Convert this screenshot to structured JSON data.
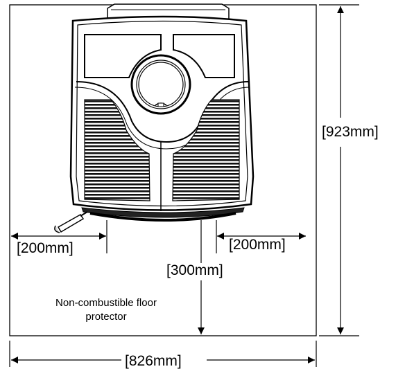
{
  "dimensions": {
    "depth": "[923mm]",
    "width": "[826mm]",
    "left_clearance": "[200mm]",
    "right_clearance": "[200mm]",
    "front_clearance": "[300mm]"
  },
  "note": {
    "line1": "Non-combustible floor",
    "line2": "protector"
  }
}
